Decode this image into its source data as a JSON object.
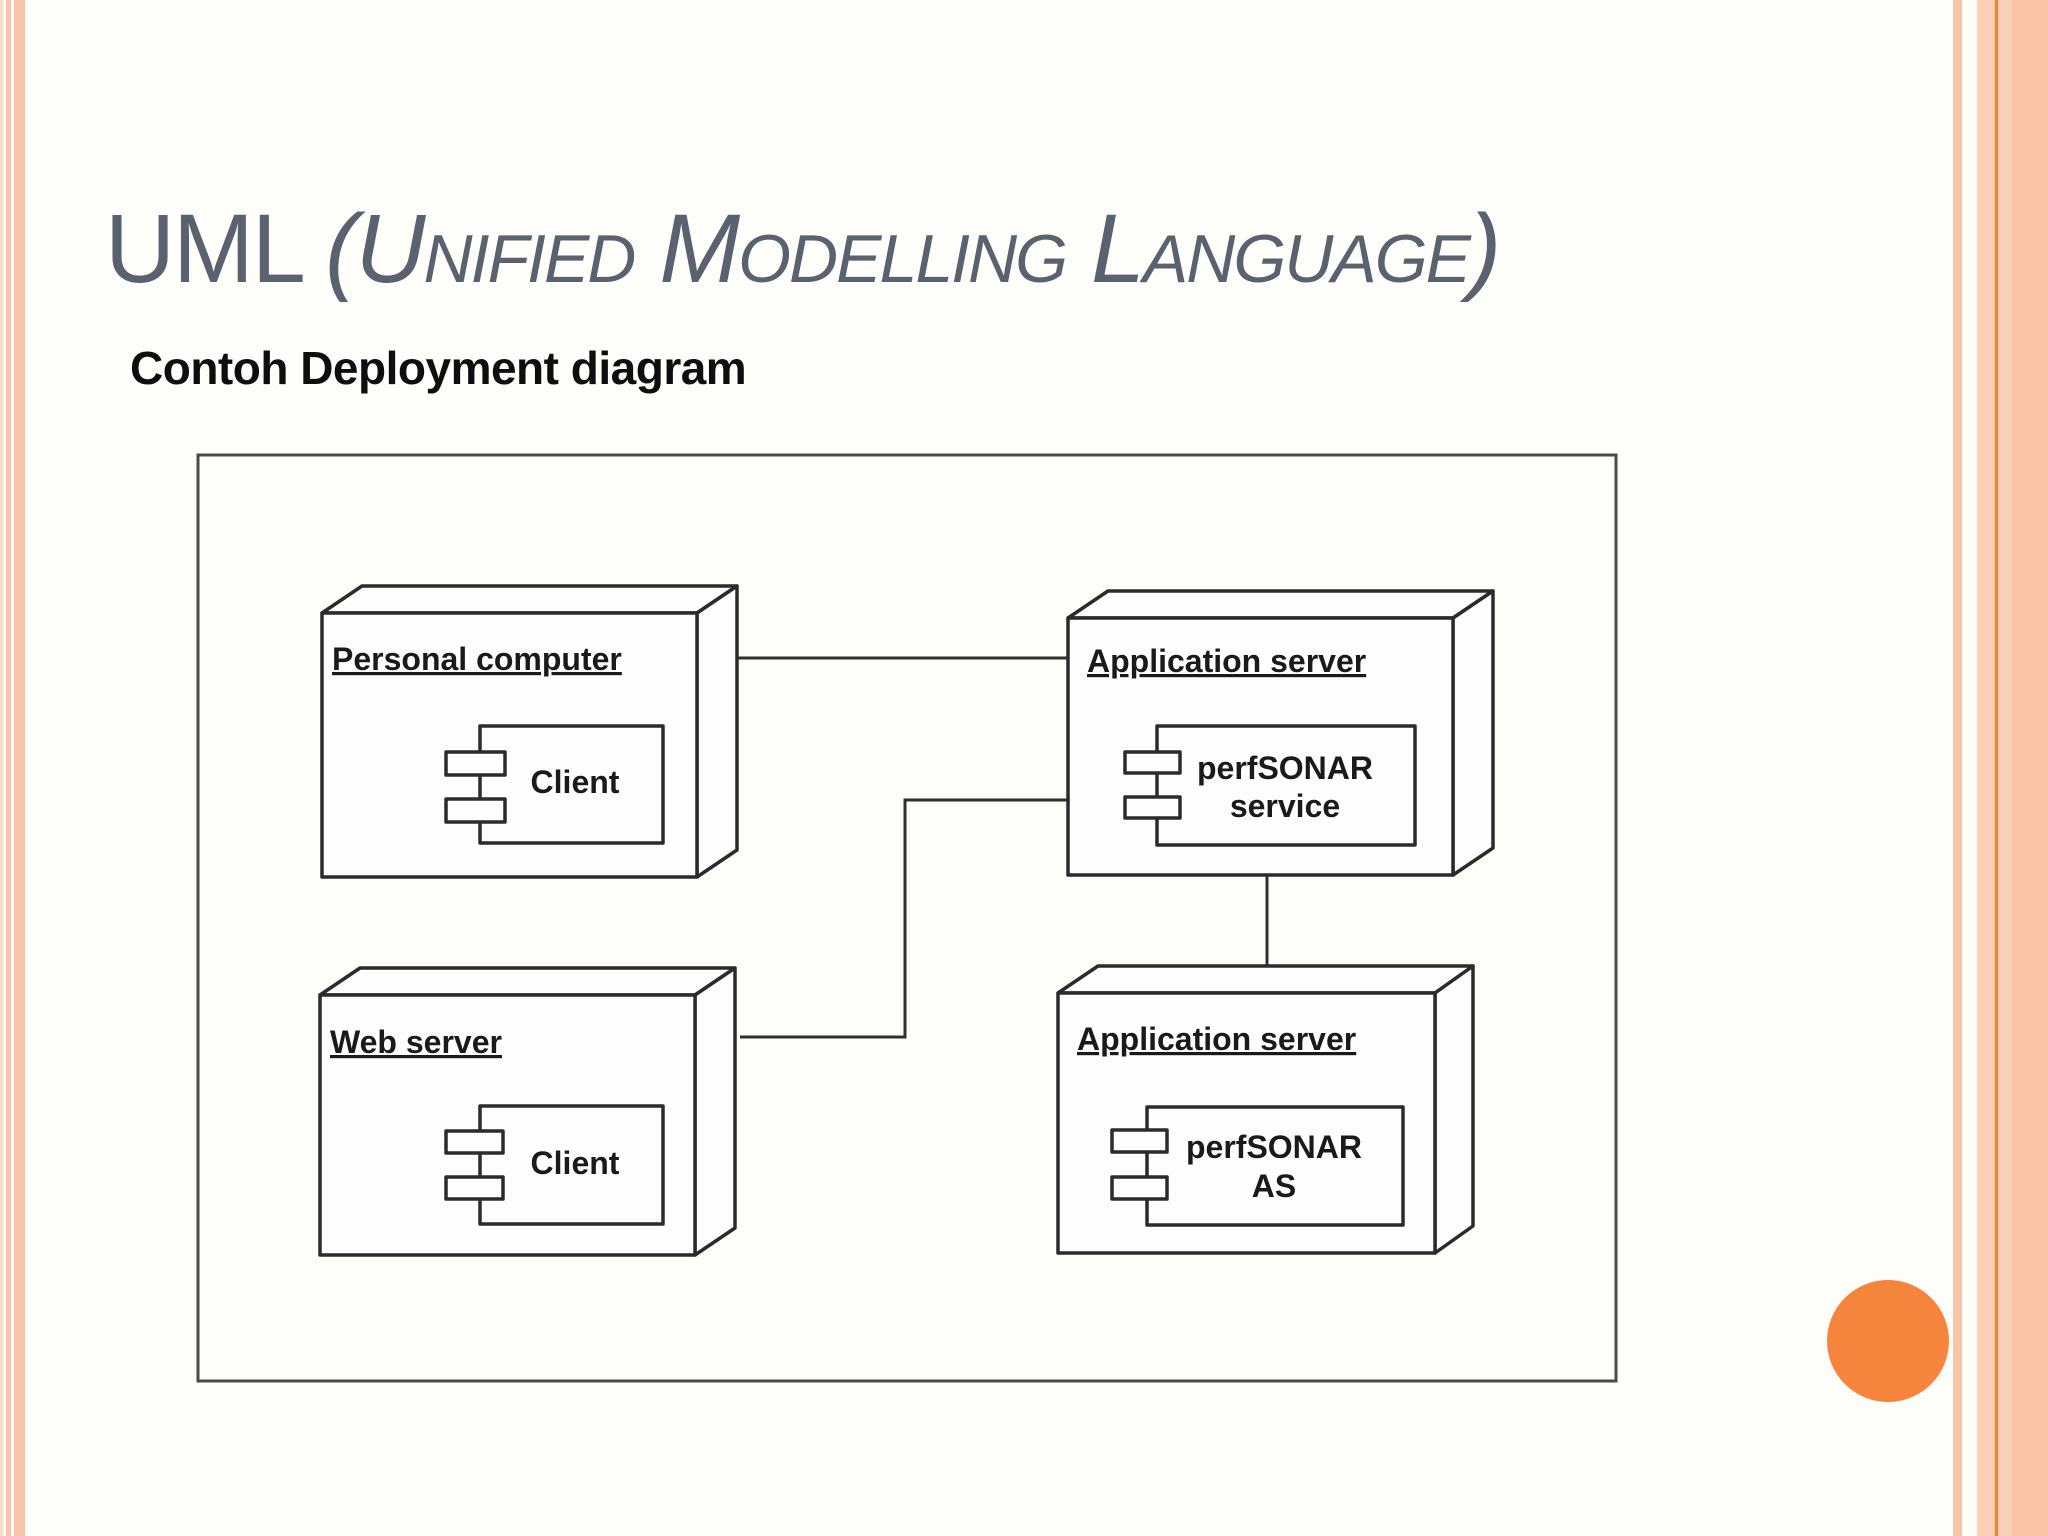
{
  "slide": {
    "title_prefix": "UML ",
    "title_emphasis": "(Unified Modelling Language)",
    "subtitle": "Contoh Deployment diagram"
  },
  "diagram": {
    "type": "uml-deployment-diagram",
    "nodes": [
      {
        "label": "Personal computer",
        "component": "Client"
      },
      {
        "label": "Application server",
        "component_line1": "perfSONAR",
        "component_line2": "service"
      },
      {
        "label": "Web server",
        "component": "Client"
      },
      {
        "label": "Application server",
        "component_line1": "perfSONAR",
        "component_line2": "AS"
      }
    ],
    "connections": [
      {
        "from": 0,
        "to": 1
      },
      {
        "from": 2,
        "to": 1
      },
      {
        "from": 1,
        "to": 3
      }
    ]
  },
  "colors": {
    "title_gray": "#5a6270",
    "accent_orange": "#f5843c",
    "stripe_peach": "#f9c3a8",
    "stripe_pale": "#fbd9c8",
    "stripe_line_orange": "#ee8336",
    "diagram_ink": "#2b2b2b"
  }
}
